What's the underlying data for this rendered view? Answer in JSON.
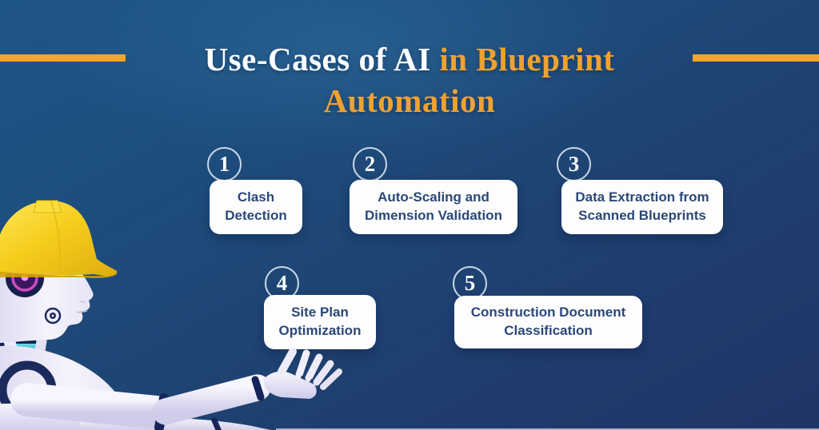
{
  "title": {
    "part1_white": "Use-Cases of AI",
    "part1_orange": "in Blueprint",
    "line2_orange": "Automation"
  },
  "steps": [
    {
      "number": "1",
      "label": "Clash Detection"
    },
    {
      "number": "2",
      "label": "Auto-Scaling and Dimension Validation"
    },
    {
      "number": "3",
      "label": "Data Extraction from Scanned Blueprints"
    },
    {
      "number": "4",
      "label": "Site Plan Optimization"
    },
    {
      "number": "5",
      "label": "Construction Document Classification"
    }
  ],
  "illustration": {
    "description": "White humanoid robot in side profile wearing a yellow construction hard hat, arm extended with open hand beneath step 4"
  },
  "colors": {
    "accent_orange": "#f5a42c",
    "title_white": "#fbfdff",
    "title_orange": "#efa22f",
    "card_background": "#fdfdfe",
    "card_text": "#2b4878",
    "background_top": "#1f5586",
    "background_bottom": "#213566",
    "hard_hat_yellow": "#f6ce1d",
    "step_circle_stroke": "#e6f2fa"
  }
}
